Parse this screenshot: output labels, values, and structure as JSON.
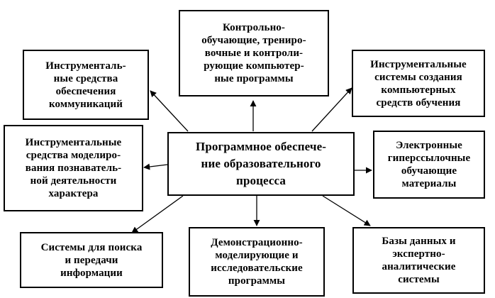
{
  "diagram": {
    "center": "Программное обеспече-\nние образовательного\nпроцесса",
    "nodes": {
      "top_center": "Контрольно-\nобучающие, трениро-\nвочные и   контроли-\nрующие компьютер-\nные программы",
      "top_left": "Инструменталь-\nные средства\nобеспечения\nкоммуникаций",
      "top_right": "Инструментальные\nсистемы создания\nкомпьютерных\nсредств обучения",
      "middle_left": "Инструментальные\nсредства  моделиро-\nвания познаватель-\nной деятельности\nхарактера",
      "middle_right": "Электронные\nгиперссылочные\nобучающие\nматериалы",
      "bottom_left": "Системы для поиска\nи передачи\nинформации",
      "bottom_center": "Демонстрационно-\nмоделирующие и\nисследовательские\nпрограммы",
      "bottom_right": "Базы данных и\nэкспертно-\nаналитические\nсистемы"
    }
  }
}
